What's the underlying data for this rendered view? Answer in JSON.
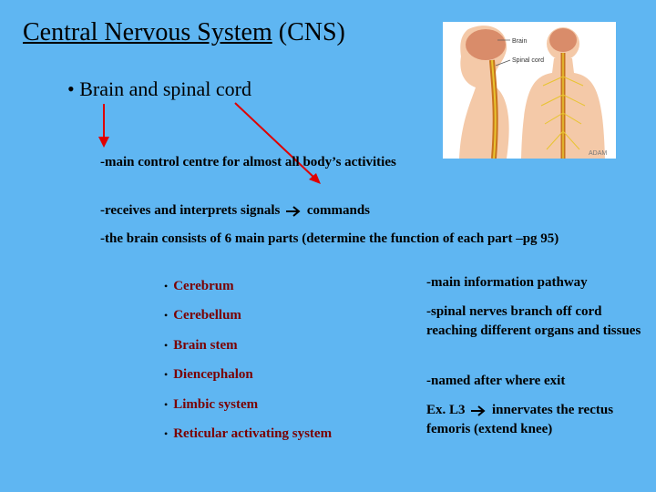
{
  "title": {
    "underlined": "Central Nervous System",
    "rest": " (CNS)"
  },
  "bullet_main": "• Brain and spinal cord",
  "lines": {
    "control": "-main control centre for almost all body’s activities",
    "receives_before": "-receives and interprets signals",
    "receives_after": "commands",
    "parts_intro": "-the brain consists of 6 main parts (determine the function of each part –pg 95)"
  },
  "parts": [
    "Cerebrum",
    "Cerebellum",
    "Brain stem",
    "Diencephalon",
    "Limbic system",
    "Reticular activating system"
  ],
  "spinal": {
    "pathway": "-main information pathway",
    "branch": "-spinal nerves branch off cord reaching different organs and tissues",
    "named": "-named after where exit",
    "example_before": "Ex. L3",
    "example_after": "innervates the rectus femoris (extend knee)"
  },
  "figure": {
    "label_brain": "Brain",
    "label_cord": "Spinal cord",
    "watermark": "ADAM"
  },
  "colors": {
    "background": "#5fb6f2",
    "arrow": "#e00000",
    "parts_text": "#7a0000"
  }
}
